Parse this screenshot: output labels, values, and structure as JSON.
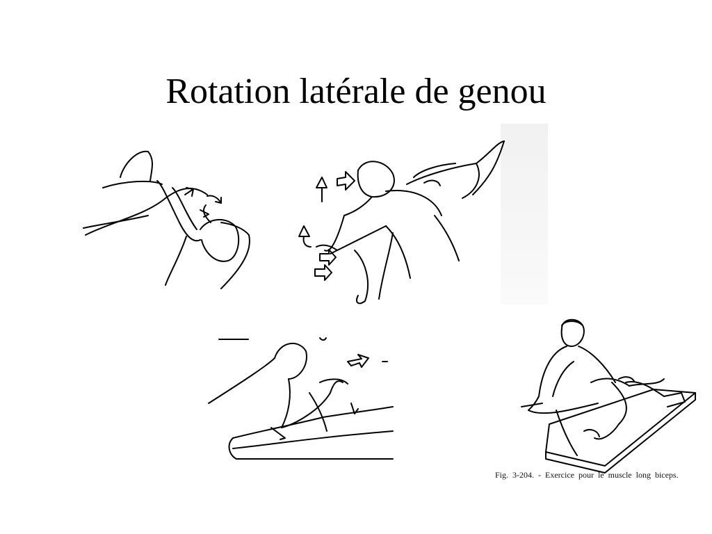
{
  "slide": {
    "title": "Rotation latérale de genou"
  },
  "figures": [
    {
      "name": "supine-leg-rotation-sketch"
    },
    {
      "name": "prone-assisted-rotation-sketch"
    },
    {
      "name": "seated-knee-rotation-sketch"
    },
    {
      "name": "therapist-long-biceps-figure",
      "caption": "Fig. 3-204. - Exercice pour le muscle long biceps."
    }
  ],
  "colors": {
    "ink": "#000000",
    "background": "#ffffff",
    "scan_shadow": "#f1f1f1"
  }
}
